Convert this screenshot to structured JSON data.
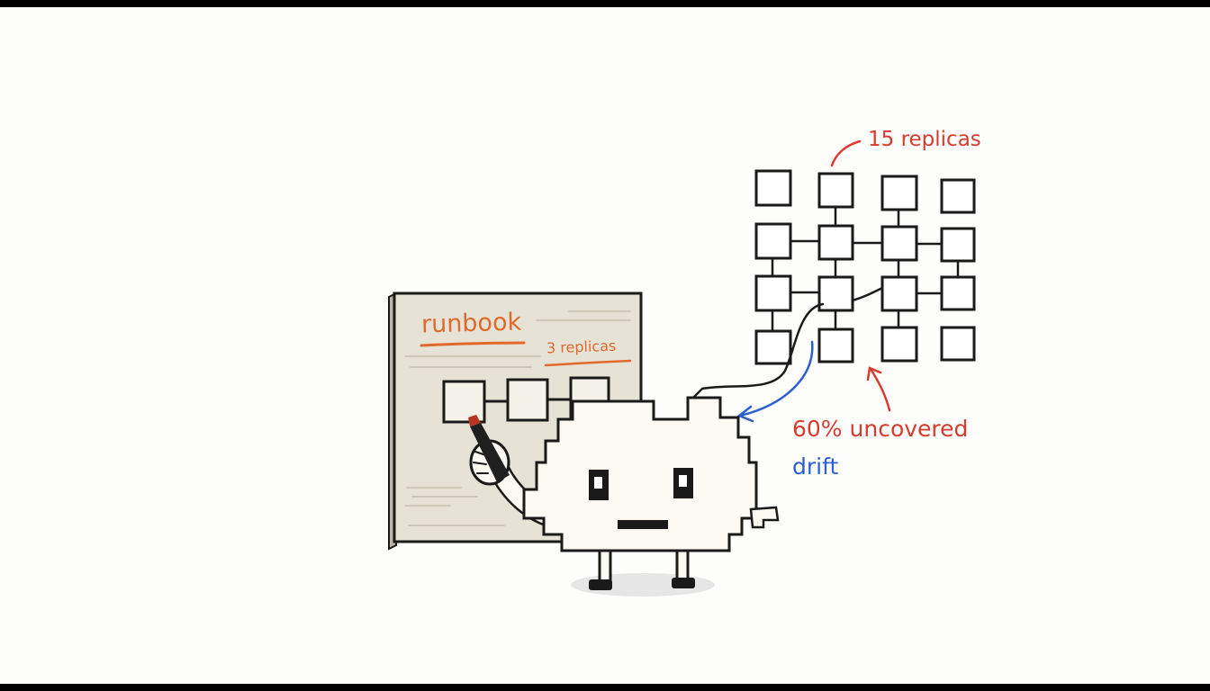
{
  "runbook": {
    "title": "runbook",
    "replicas_label": "3 replicas"
  },
  "cluster": {
    "replicas_label": "15 replicas",
    "coverage_label": "60% uncovered"
  },
  "annotation": {
    "drift_label": "drift"
  },
  "colors": {
    "ink": "#1a1a1a",
    "runbook_accent": "#e06a2c",
    "warning": "#d63c2e",
    "drift": "#2c5fd0",
    "board_face": "#e6e2d6",
    "mascot_body": "#fbf9f1"
  },
  "icons": {
    "mascot": "pixel-cloud-mascot",
    "marker": "marker-pen-icon"
  }
}
